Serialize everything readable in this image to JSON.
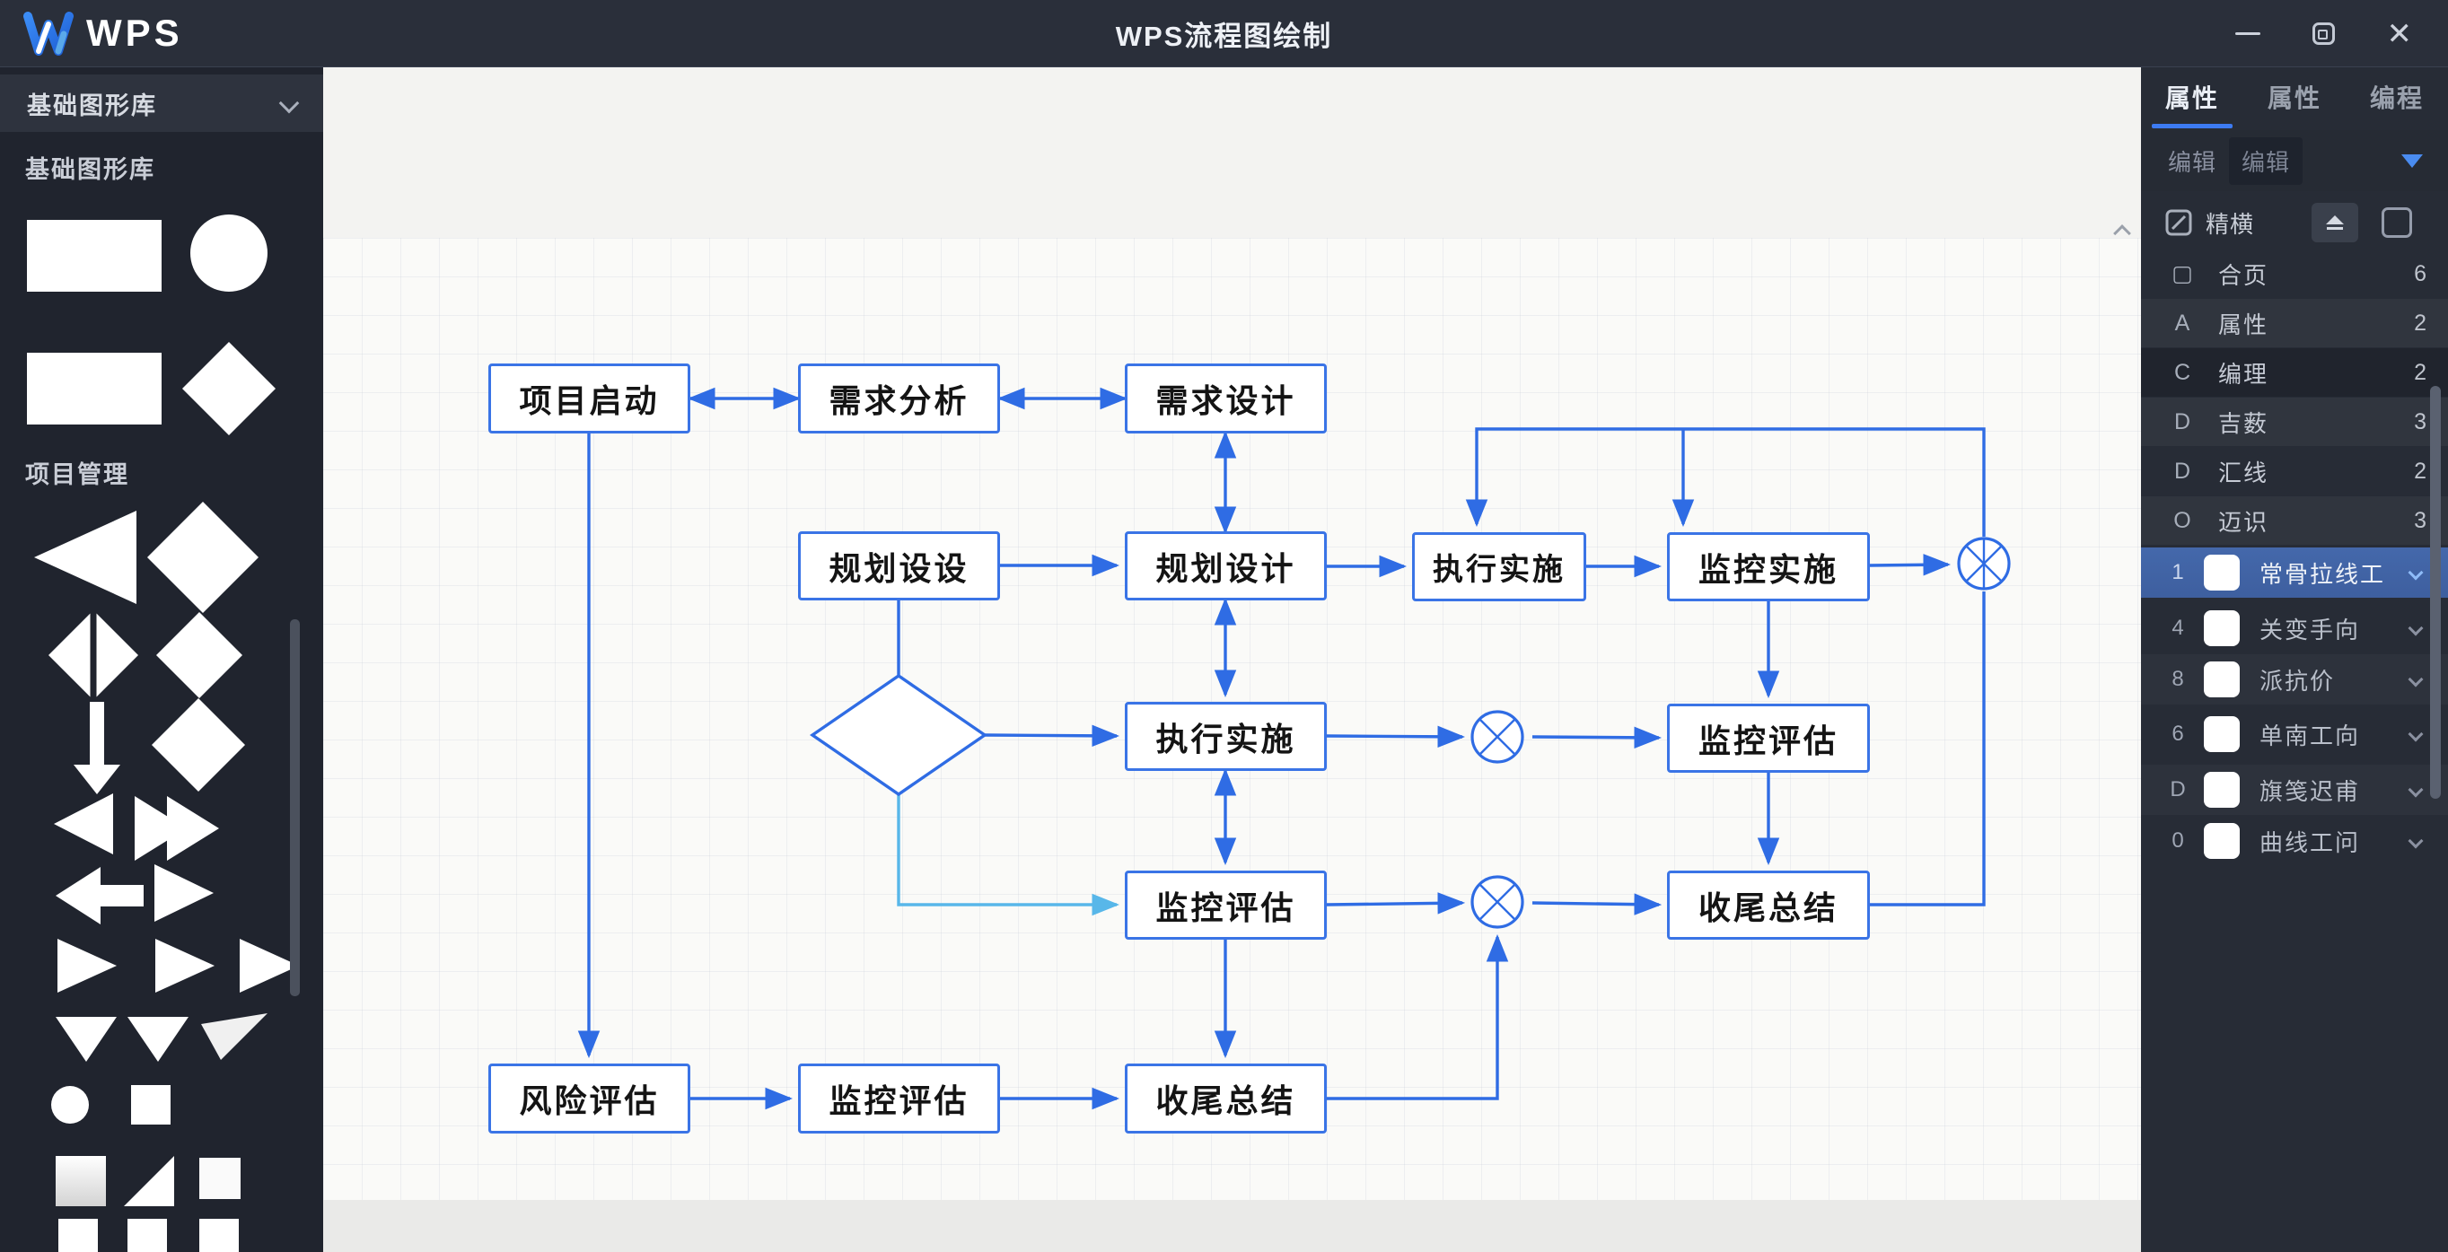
{
  "title_bar": {
    "logo_text": "WPS",
    "title": "WPS流程图绘制",
    "close_glyph": "✕"
  },
  "sidebar": {
    "header": "基础图形库",
    "sections": [
      {
        "label": "基础图形库"
      },
      {
        "label": "项目管理"
      }
    ],
    "shape_names": [
      "rectangle",
      "circle",
      "rectangle",
      "diamond",
      "triangle-left-large",
      "diamond-large",
      "split-diamond",
      "diamond-small",
      "arrow-down",
      "diamond",
      "triangle-left-small",
      "fast-forward",
      "arrow-left",
      "triangle-right",
      "triangle-right",
      "triangle-right",
      "triangle-right",
      "triangle-down",
      "triangle-down",
      "flag",
      "circle-small",
      "square-small",
      "square-gradient",
      "right-angle-triangle",
      "square",
      "square",
      "square",
      "square"
    ]
  },
  "flowchart": {
    "nodes": [
      {
        "id": 0,
        "label": "项目启动"
      },
      {
        "id": 1,
        "label": "需求分析"
      },
      {
        "id": 2,
        "label": "需求设计"
      },
      {
        "id": 3,
        "label": "规划设设"
      },
      {
        "id": 4,
        "label": "规划设计"
      },
      {
        "id": 5,
        "label": "执行实施"
      },
      {
        "id": 6,
        "label": "监控实施"
      },
      {
        "id": 7,
        "label": "执行实施"
      },
      {
        "id": 8,
        "label": "监控评估"
      },
      {
        "id": 9,
        "label": "监控评估"
      },
      {
        "id": 10,
        "label": "收尾总结"
      },
      {
        "id": 11,
        "label": "风险评估"
      },
      {
        "id": 12,
        "label": "监控评估"
      },
      {
        "id": 13,
        "label": "收尾总结"
      }
    ],
    "symbols": [
      "decision-diamond",
      "connector-circle-right",
      "connector-circle-mid",
      "connector-circle-low"
    ],
    "edges": [
      {
        "from": 0,
        "to": 1,
        "style": "double-arrow"
      },
      {
        "from": 1,
        "to": 2,
        "style": "double-arrow"
      },
      {
        "from": 2,
        "to": 4,
        "style": "double-arrow"
      },
      {
        "from": 3,
        "to": 4,
        "style": "arrow"
      },
      {
        "from": 4,
        "to": 5,
        "style": "arrow"
      },
      {
        "from": 5,
        "to": 6,
        "style": "arrow"
      },
      {
        "from": 6,
        "to": "connector-circle-right",
        "style": "arrow"
      },
      {
        "from": "connector-circle-right",
        "to": 5,
        "style": "arrow-loop-top"
      },
      {
        "from": "connector-circle-right",
        "to": 6,
        "style": "arrow-loop-top"
      },
      {
        "from": 3,
        "to": "decision-diamond",
        "style": "line"
      },
      {
        "from": "decision-diamond",
        "to": 7,
        "style": "arrow"
      },
      {
        "from": 4,
        "to": 7,
        "style": "double-arrow"
      },
      {
        "from": 7,
        "to": "connector-circle-mid",
        "style": "arrow"
      },
      {
        "from": "connector-circle-mid",
        "to": 8,
        "style": "arrow"
      },
      {
        "from": 6,
        "to": 8,
        "style": "arrow"
      },
      {
        "from": 8,
        "to": 10,
        "style": "arrow"
      },
      {
        "from": 7,
        "to": 9,
        "style": "double-arrow"
      },
      {
        "from": "decision-diamond",
        "to": 9,
        "style": "arrow-cyan"
      },
      {
        "from": 9,
        "to": "connector-circle-low",
        "style": "arrow"
      },
      {
        "from": "connector-circle-low",
        "to": 10,
        "style": "arrow"
      },
      {
        "from": 13,
        "to": "connector-circle-low",
        "style": "arrow"
      },
      {
        "from": 10,
        "to": "connector-circle-right",
        "style": "line-loop-right"
      },
      {
        "from": 0,
        "to": 11,
        "style": "arrow"
      },
      {
        "from": 11,
        "to": 12,
        "style": "arrow"
      },
      {
        "from": 12,
        "to": 13,
        "style": "arrow"
      },
      {
        "from": 9,
        "to": 13,
        "style": "arrow"
      }
    ],
    "colors": {
      "edge": "#2f6ce4",
      "edge_alt": "#58b7e9",
      "node_border": "#3a74e6"
    }
  },
  "panel": {
    "tabs": [
      {
        "label": "属性"
      },
      {
        "label": "属性"
      },
      {
        "label": "编程"
      }
    ],
    "subtabs": [
      "编辑",
      "编辑"
    ],
    "toolbar_label": "精横",
    "layers": [
      {
        "icon": "▢",
        "label": "合页",
        "count": "6"
      },
      {
        "icon": "A",
        "label": "属性",
        "count": "2"
      },
      {
        "icon": "C",
        "label": "编理",
        "count": "2"
      },
      {
        "icon": "D",
        "label": "吉薮",
        "count": "3"
      },
      {
        "icon": "D",
        "label": "汇线",
        "count": "2"
      },
      {
        "icon": "O",
        "label": "迈识",
        "count": "3"
      }
    ],
    "lines": [
      {
        "key": "1",
        "label": "常骨拉线工",
        "selected": true
      },
      {
        "key": "4",
        "label": "关变手向",
        "selected": false
      },
      {
        "key": "8",
        "label": "派抗价",
        "selected": false
      },
      {
        "key": "6",
        "label": "单南工向",
        "selected": false
      },
      {
        "key": "D",
        "label": "旗笺迟甫",
        "selected": false
      },
      {
        "key": "0",
        "label": "曲线工问",
        "selected": false
      }
    ],
    "accent": "#3d7bf2"
  }
}
